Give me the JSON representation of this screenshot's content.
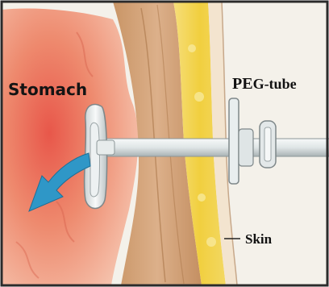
{
  "labels": {
    "stomach": "Stomach",
    "peg_tube_a": "PE",
    "peg_tube_b": "G-tube",
    "skin": "Skin"
  },
  "colors": {
    "frame": "#2b2b2b",
    "background": "#f4f1ea",
    "stomach_inner": "#e8574a",
    "stomach_outer": "#f6c9b4",
    "muscle_layer": "#d7a87d",
    "fat_layer": "#f1cf3f",
    "skin_surface": "#f3e4cf",
    "tube": "#dfe5e6",
    "arrow": "#2f97c7"
  }
}
